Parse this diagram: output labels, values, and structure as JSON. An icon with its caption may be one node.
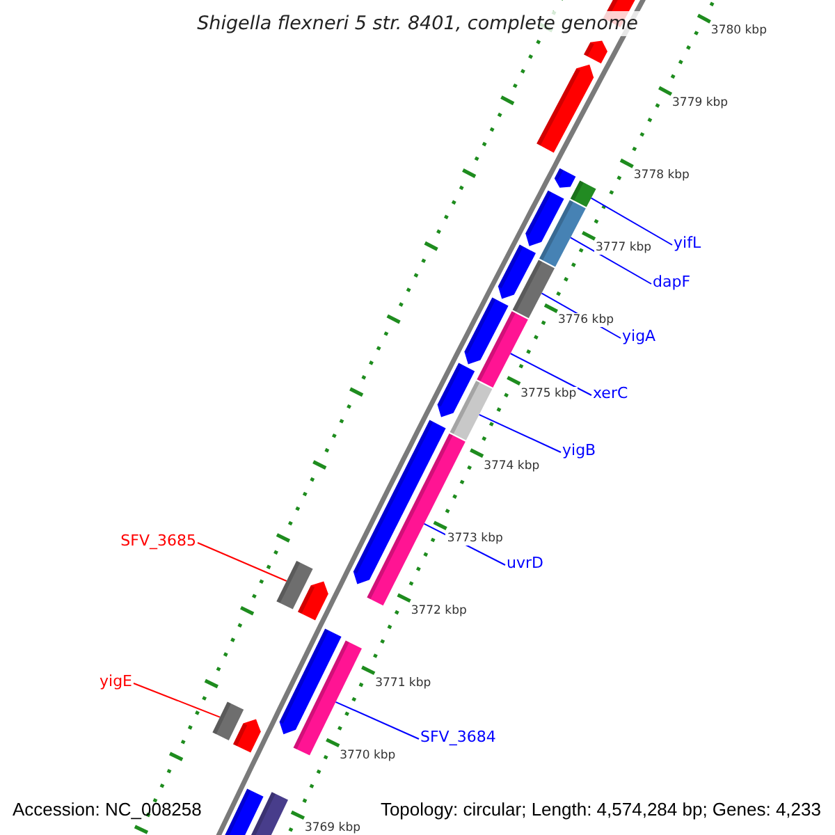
{
  "diagram": {
    "title": "Shigella flexneri 5 str. 8401, complete genome",
    "nodes": [
      {
        "text": [
          "yifL"
        ]
      },
      {
        "text": [
          "dapF"
        ]
      },
      {
        "text": [
          "yigA"
        ]
      },
      {
        "text": [
          "xerC"
        ]
      },
      {
        "text": [
          "yigB"
        ]
      },
      {
        "text": [
          "SFV_3685"
        ]
      },
      {
        "text": [
          "uvrD"
        ]
      },
      {
        "text": [
          "yigE"
        ]
      },
      {
        "text": [
          "SFV_3684"
        ]
      },
      {
        "text": [],
        "shape": "bar"
      },
      {
        "text": [],
        "shape": "bar"
      },
      {
        "text": [],
        "shape": "bar"
      },
      {
        "text": [],
        "shape": "bar"
      },
      {
        "text": [],
        "shape": "bar"
      },
      {
        "text": [],
        "shape": "bar"
      },
      {
        "text": [],
        "shape": "bar"
      },
      {
        "text": [],
        "shape": "bar"
      },
      {
        "text": [],
        "shape": "bar"
      }
    ],
    "edges": [
      {
        "from": 0,
        "to": 9,
        "arrow": "none"
      },
      {
        "from": 1,
        "to": 10,
        "arrow": "none"
      },
      {
        "from": 2,
        "to": 11,
        "arrow": "none"
      },
      {
        "from": 3,
        "to": 12,
        "arrow": "none"
      },
      {
        "from": 4,
        "to": 13,
        "arrow": "none"
      },
      {
        "from": 5,
        "to": 14,
        "arrow": "none",
        "color": "#ff0000"
      },
      {
        "from": 6,
        "to": 15,
        "arrow": "none"
      },
      {
        "from": 7,
        "to": 16,
        "arrow": "none",
        "color": "#ff0000"
      },
      {
        "from": 8,
        "to": 17,
        "arrow": "none"
      }
    ],
    "labels": [
      "3780 kbp",
      "3779 kbp",
      "3778 kbp",
      "3777 kbp",
      "3776 kbp",
      "3775 kbp",
      "3774 kbp",
      "3773 kbp",
      "3772 kbp",
      "3771 kbp",
      "3770 kbp",
      "3769 kbp",
      "Accession: NC_008258",
      "Topology: circular; Length: 4,574,284 bp; Genes: 4,233"
    ]
  }
}
